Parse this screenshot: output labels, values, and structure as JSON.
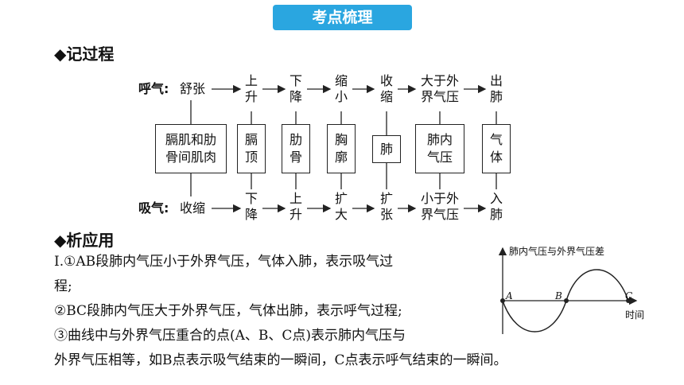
{
  "banner": {
    "title": "考点梳理"
  },
  "section_process": {
    "icon": "diamond-bullet-icon",
    "title": "◆记过程",
    "exhale": {
      "label": "呼气",
      "colon": ":",
      "start": "舒张",
      "steps": [
        [
          "上",
          "升"
        ],
        [
          "下",
          "降"
        ],
        [
          "缩",
          "小"
        ],
        [
          "收",
          "缩"
        ],
        [
          "大于外",
          "界气压"
        ],
        [
          "出",
          "肺"
        ]
      ]
    },
    "boxes": [
      [
        "膈肌和肋",
        "骨间肌肉"
      ],
      [
        "膈",
        "顶"
      ],
      [
        "肋",
        "骨"
      ],
      [
        "胸",
        "廓"
      ],
      [
        "肺"
      ],
      [
        "肺内",
        "气压"
      ],
      [
        "气",
        "体"
      ]
    ],
    "inhale": {
      "label": "吸气",
      "colon": ":",
      "start": "收缩",
      "steps": [
        [
          "下",
          "降"
        ],
        [
          "上",
          "升"
        ],
        [
          "扩",
          "大"
        ],
        [
          "扩",
          "张"
        ],
        [
          "小于外",
          "界气压"
        ],
        [
          "入",
          "肺"
        ]
      ]
    }
  },
  "section_apply": {
    "title": "◆析应用",
    "lines": [
      "Ⅰ.①AB段肺内气压小于外界气压，气体入肺，表示吸气过",
      "程;",
      "②BC段肺内气压大于外界气压，气体出肺，表示呼气过程;",
      "③曲线中与外界气压重合的点(A、B、C点)表示肺内气压与",
      "外界气压相等，如B点表示吸气结束的一瞬间，C点表示呼气结束的一瞬间。"
    ]
  },
  "chart": {
    "ylabel": "肺内气压与外界气压差",
    "xlabel": "时间",
    "points": [
      "A",
      "B",
      "C"
    ]
  }
}
